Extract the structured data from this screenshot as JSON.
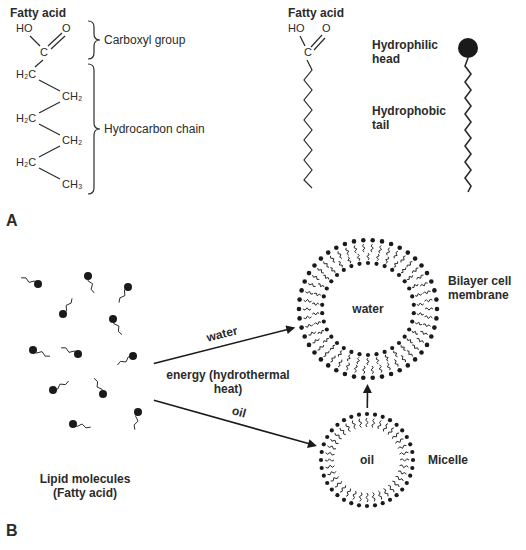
{
  "diagram": {
    "nodes": [
      {
        "text": [
          "Lipid molecules (Fatty acid)"
        ]
      },
      {
        "text": [
          "water",
          "Bilayer cell membrane"
        ]
      },
      {
        "text": [
          "oil",
          "Micelle"
        ]
      }
    ],
    "edges": [
      {
        "from": 0,
        "to": 1,
        "arrow": "to",
        "label": "water"
      },
      {
        "from": 0,
        "to": 2,
        "arrow": "to",
        "label": "oil"
      },
      {
        "from": 2,
        "to": 1,
        "arrow": "to"
      }
    ],
    "labels": [
      "Fatty acid",
      "HO",
      "C",
      "O",
      "H₂C",
      "CH₂",
      "H₂C",
      "CH₂",
      "H₂C",
      "CH₃",
      "Carboxyl group",
      "Hydrocarbon chain",
      "Fatty acid",
      "HO",
      "C",
      "O",
      "Hydrophilic head",
      "Hydrophobic tail",
      "A",
      "energy (hydrothermal heat)",
      "B"
    ]
  }
}
